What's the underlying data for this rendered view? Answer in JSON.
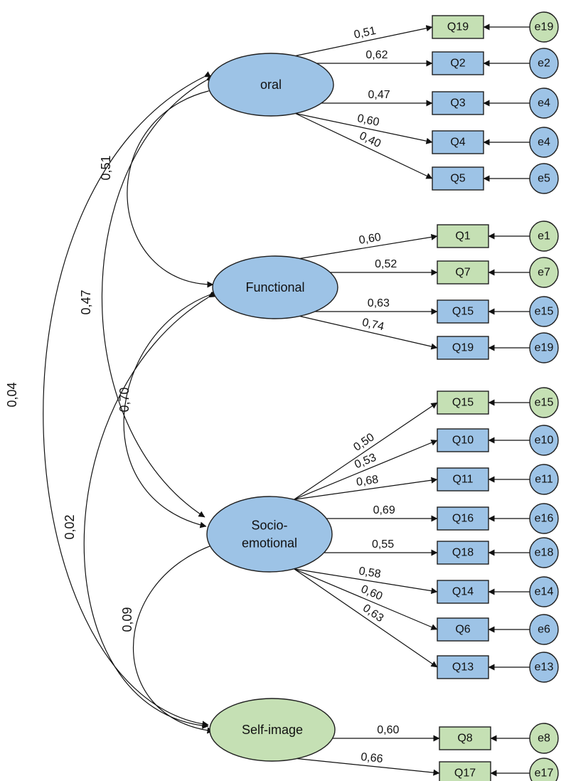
{
  "colors": {
    "blue": "#9dc3e6",
    "green": "#c5e0b4",
    "stroke": "#1f1f1f",
    "line": "#111111"
  },
  "latents": [
    {
      "id": "oral",
      "lines": [
        "oral"
      ],
      "color": "blue"
    },
    {
      "id": "functional",
      "lines": [
        "Functional"
      ],
      "color": "blue"
    },
    {
      "id": "socio",
      "lines": [
        "Socio-",
        "emotional"
      ],
      "color": "blue"
    },
    {
      "id": "self",
      "lines": [
        "Self-image"
      ],
      "color": "green"
    }
  ],
  "indicators": [
    {
      "latent": "oral",
      "item": "Q19",
      "error": "e19",
      "loading": "0,51",
      "color": "green"
    },
    {
      "latent": "oral",
      "item": "Q2",
      "error": "e2",
      "loading": "0,62",
      "color": "blue"
    },
    {
      "latent": "oral",
      "item": "Q3",
      "error": "e4",
      "loading": "0,47",
      "color": "blue"
    },
    {
      "latent": "oral",
      "item": "Q4",
      "error": "e4",
      "loading": "0,60",
      "color": "blue"
    },
    {
      "latent": "oral",
      "item": "Q5",
      "error": "e5",
      "loading": "0,40",
      "color": "blue"
    },
    {
      "latent": "functional",
      "item": "Q1",
      "error": "e1",
      "loading": "0,60",
      "color": "green"
    },
    {
      "latent": "functional",
      "item": "Q7",
      "error": "e7",
      "loading": "0,52",
      "color": "green"
    },
    {
      "latent": "functional",
      "item": "Q15",
      "error": "e15",
      "loading": "0,63",
      "color": "blue"
    },
    {
      "latent": "functional",
      "item": "Q19",
      "error": "e19",
      "loading": "0,74",
      "color": "blue"
    },
    {
      "latent": "socio",
      "item": "Q15",
      "error": "e15",
      "loading": "0,50",
      "color": "green"
    },
    {
      "latent": "socio",
      "item": "Q10",
      "error": "e10",
      "loading": "0,53",
      "color": "blue"
    },
    {
      "latent": "socio",
      "item": "Q11",
      "error": "e11",
      "loading": "0,68",
      "color": "blue"
    },
    {
      "latent": "socio",
      "item": "Q16",
      "error": "e16",
      "loading": "0,69",
      "color": "blue"
    },
    {
      "latent": "socio",
      "item": "Q18",
      "error": "e18",
      "loading": "0,55",
      "color": "blue"
    },
    {
      "latent": "socio",
      "item": "Q14",
      "error": "e14",
      "loading": "0,58",
      "color": "blue"
    },
    {
      "latent": "socio",
      "item": "Q6",
      "error": "e6",
      "loading": "0,60",
      "color": "blue"
    },
    {
      "latent": "socio",
      "item": "Q13",
      "error": "e13",
      "loading": "0,63",
      "color": "blue"
    },
    {
      "latent": "self",
      "item": "Q8",
      "error": "e8",
      "loading": "0,60",
      "color": "green"
    },
    {
      "latent": "self",
      "item": "Q17",
      "error": "e17",
      "loading": "0,66",
      "color": "green"
    }
  ],
  "covariances": [
    {
      "from": "oral",
      "to": "functional",
      "value": "0,51"
    },
    {
      "from": "oral",
      "to": "socio",
      "value": "0,47"
    },
    {
      "from": "oral",
      "to": "self",
      "value": "0,04"
    },
    {
      "from": "functional",
      "to": "socio",
      "value": "0,70"
    },
    {
      "from": "functional",
      "to": "self",
      "value": "0,02"
    },
    {
      "from": "socio",
      "to": "self",
      "value": "0,09"
    }
  ]
}
